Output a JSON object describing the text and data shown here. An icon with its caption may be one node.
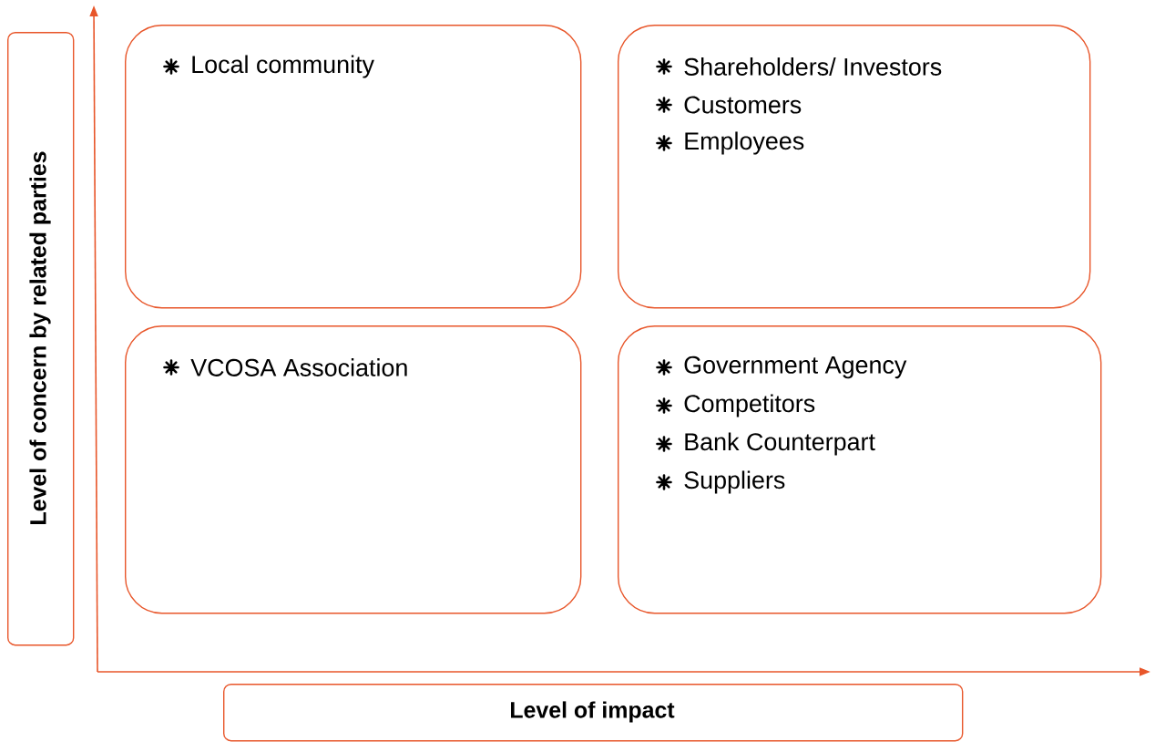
{
  "diagram": {
    "nodes": [
      {
        "text": [
          "Level of concern by related parties"
        ]
      },
      {
        "text": [
          "Local community"
        ]
      },
      {
        "text": [
          "Shareholders/ Investors",
          "Customers",
          "Employees"
        ]
      },
      {
        "text": [
          "VCOSA Association"
        ]
      },
      {
        "text": [
          "Government Agency",
          "Competitors",
          "Bank Counterpart",
          "Suppliers"
        ]
      },
      {
        "text": [
          "Level of impact"
        ]
      }
    ],
    "edges": []
  }
}
